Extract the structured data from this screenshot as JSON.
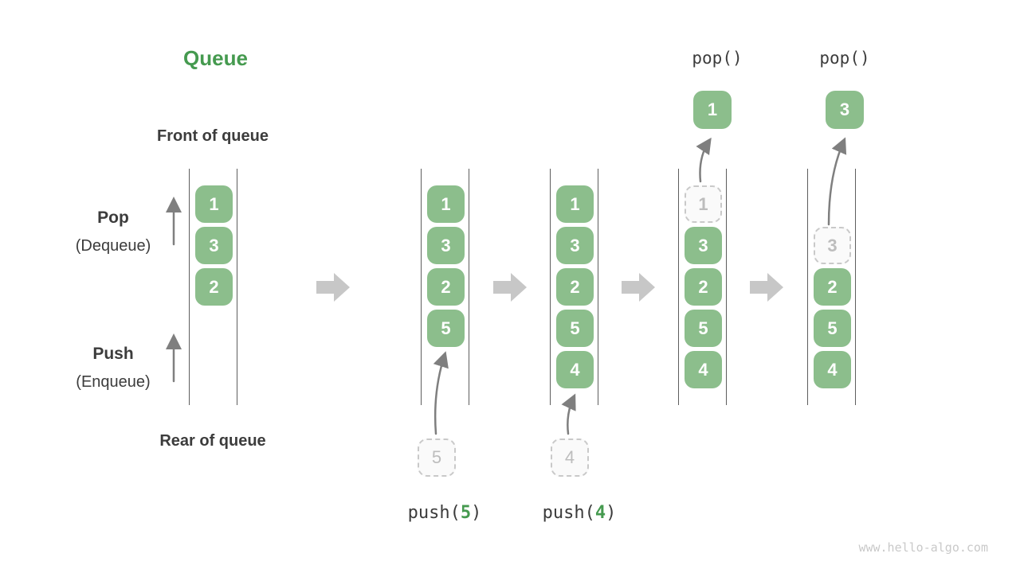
{
  "page": {
    "title": "Queue",
    "watermark": "www.hello-algo.com"
  },
  "colors": {
    "node_green": "#8CBE8C",
    "accent_green": "#459A4F",
    "text_dark": "#3C3C3C",
    "queue_line": "#5E5E5E",
    "arrow_gray": "#7F7F7F",
    "flow_arrow_gray": "#C7C7C7",
    "ghost_border": "#C9C9C9",
    "ghost_gray": "#BDBDBD",
    "watermark_gray": "#C9C9C9"
  },
  "labels": {
    "front_of_queue": "Front of queue",
    "rear_of_queue": "Rear of queue",
    "pop_name": "Pop",
    "pop_alias": "(Dequeue)",
    "push_name": "Push",
    "push_alias": "(Enqueue)"
  },
  "operations": {
    "pop_a": "pop()",
    "pop_b": "pop()",
    "push_a": {
      "prefix": "push(",
      "arg": "5",
      "suffix": ")"
    },
    "push_b": {
      "prefix": "push(",
      "arg": "4",
      "suffix": ")"
    }
  },
  "popped": [
    {
      "value": "1"
    },
    {
      "value": "3"
    }
  ],
  "pending": [
    {
      "value": "5"
    },
    {
      "value": "4"
    }
  ],
  "queues": [
    {
      "slots": [
        {
          "value": "1",
          "state": "filled"
        },
        {
          "value": "3",
          "state": "filled"
        },
        {
          "value": "2",
          "state": "filled"
        }
      ]
    },
    {
      "slots": [
        {
          "value": "1",
          "state": "filled"
        },
        {
          "value": "3",
          "state": "filled"
        },
        {
          "value": "2",
          "state": "filled"
        },
        {
          "value": "5",
          "state": "filled"
        }
      ]
    },
    {
      "slots": [
        {
          "value": "1",
          "state": "filled"
        },
        {
          "value": "3",
          "state": "filled"
        },
        {
          "value": "2",
          "state": "filled"
        },
        {
          "value": "5",
          "state": "filled"
        },
        {
          "value": "4",
          "state": "filled"
        }
      ]
    },
    {
      "slots": [
        {
          "value": "1",
          "state": "ghost"
        },
        {
          "value": "3",
          "state": "filled"
        },
        {
          "value": "2",
          "state": "filled"
        },
        {
          "value": "5",
          "state": "filled"
        },
        {
          "value": "4",
          "state": "filled"
        }
      ]
    },
    {
      "slots": [
        {
          "value": "",
          "state": "empty"
        },
        {
          "value": "3",
          "state": "ghost"
        },
        {
          "value": "2",
          "state": "filled"
        },
        {
          "value": "5",
          "state": "filled"
        },
        {
          "value": "4",
          "state": "filled"
        }
      ]
    }
  ]
}
